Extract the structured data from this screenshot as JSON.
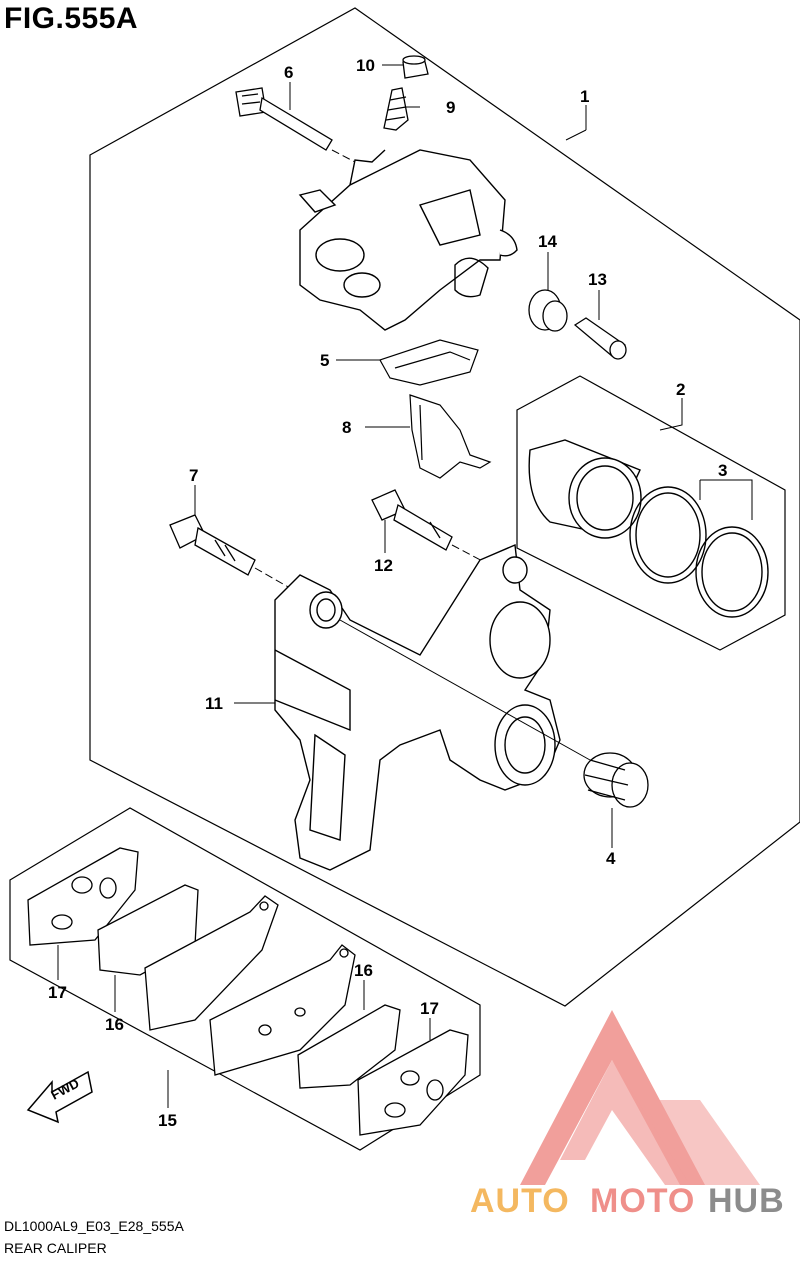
{
  "figure_title": "FIG.555A",
  "footer": {
    "code": "DL1000AL9_E03_E28_555A",
    "name": "REAR CALIPER"
  },
  "fwd_label": "FWD",
  "callouts": [
    "1",
    "2",
    "3",
    "4",
    "5",
    "6",
    "7",
    "8",
    "9",
    "10",
    "11",
    "12",
    "13",
    "14",
    "15",
    "16",
    "16",
    "17",
    "17"
  ],
  "watermark": {
    "brand_part1": "AUTO",
    "brand_part2": "MOTO",
    "brand_part3": "HUB",
    "colors": {
      "auto": "#f4b860",
      "moto": "#ef8f8a",
      "hub": "#8c8c8c",
      "logo": "#ef8f8a"
    }
  }
}
